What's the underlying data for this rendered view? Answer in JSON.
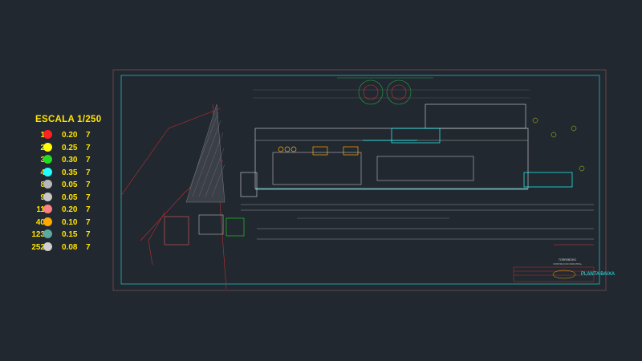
{
  "legend": {
    "title": "ESCALA 1/250",
    "rows": [
      {
        "index": "1",
        "color": "#ff2020",
        "weight": "0.20",
        "linetype": "7"
      },
      {
        "index": "2",
        "color": "#ffff00",
        "weight": "0.25",
        "linetype": "7"
      },
      {
        "index": "3",
        "color": "#22dd22",
        "weight": "0.30",
        "linetype": "7"
      },
      {
        "index": "4",
        "color": "#22ffff",
        "weight": "0.35",
        "linetype": "7"
      },
      {
        "index": "8",
        "color": "#b8b8b8",
        "weight": "0.05",
        "linetype": "7"
      },
      {
        "index": "9",
        "color": "#c8c8c8",
        "weight": "0.05",
        "linetype": "7"
      },
      {
        "index": "11",
        "color": "#ff8080",
        "weight": "0.20",
        "linetype": "7"
      },
      {
        "index": "40",
        "color": "#ffaa00",
        "weight": "0.10",
        "linetype": "7"
      },
      {
        "index": "123",
        "color": "#5aaaa0",
        "weight": "0.15",
        "linetype": "7"
      },
      {
        "index": "252",
        "color": "#cfcfcf",
        "weight": "0.08",
        "linetype": "7"
      }
    ]
  },
  "sheet": {
    "project_name": "TORREBOKO",
    "project_subtitle": "CONSTRUCCION INDUSTRIAL",
    "view_label": "PLANTA BAIXA"
  },
  "colors": {
    "background": "#212830",
    "sheet_frame": "#7a4b55",
    "inner_frame": "#22cccc",
    "building": "#d8d8d8",
    "cyan": "#22ffff",
    "green": "#22dd22",
    "red": "#e03030",
    "yellow": "#ffe400"
  }
}
